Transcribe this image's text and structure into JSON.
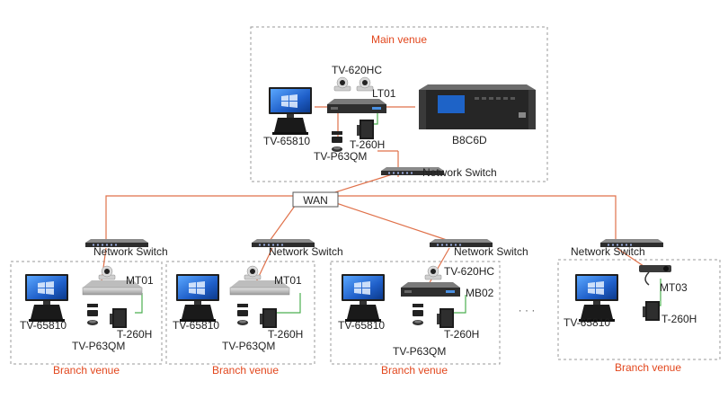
{
  "colors": {
    "link": "#e0714a",
    "venue_label": "#e2461c",
    "border": "#9a9a9a",
    "green_link": "#4caf50",
    "device_dark": "#2b2b2b",
    "screen_blue": "#2d6bd6"
  },
  "icons": [
    "monitor-icon",
    "camera-icon",
    "codec-icon",
    "switch-icon",
    "mcu-rack-icon",
    "microphone-icon",
    "speaker-icon",
    "cloud-icon"
  ],
  "main_venue": {
    "title": "Main venue",
    "camera_label": "TV-620HC",
    "terminal_label": "LT01",
    "mcu_label": "B8C6D",
    "display_label": "TV-65810",
    "mic_label": "TV-P63QM",
    "speaker_label": "T-260H",
    "switch_label": "Network Switch"
  },
  "wan_label": "WAN",
  "ellipsis": "· · ·",
  "branches": [
    {
      "title": "Branch venue",
      "switch_label": "Network Switch",
      "terminal_label": "MT01",
      "display_label": "TV-65810",
      "mic_label": "TV-P63QM",
      "speaker_label": "T-260H"
    },
    {
      "title": "Branch venue",
      "switch_label": "Network Switch",
      "terminal_label": "MT01",
      "display_label": "TV-65810",
      "mic_label": "TV-P63QM",
      "speaker_label": "T-260H"
    },
    {
      "title": "Branch venue",
      "switch_label": "Network Switch",
      "camera_label": "TV-620HC",
      "terminal_label": "MB02",
      "display_label": "TV-65810",
      "mic_label": "TV-P63QM",
      "speaker_label": "T-260H"
    },
    {
      "title": "Branch venue",
      "switch_label": "Network Switch",
      "terminal_label": "MT03",
      "display_label": "TV-65810",
      "speaker_label": "T-260H"
    }
  ]
}
